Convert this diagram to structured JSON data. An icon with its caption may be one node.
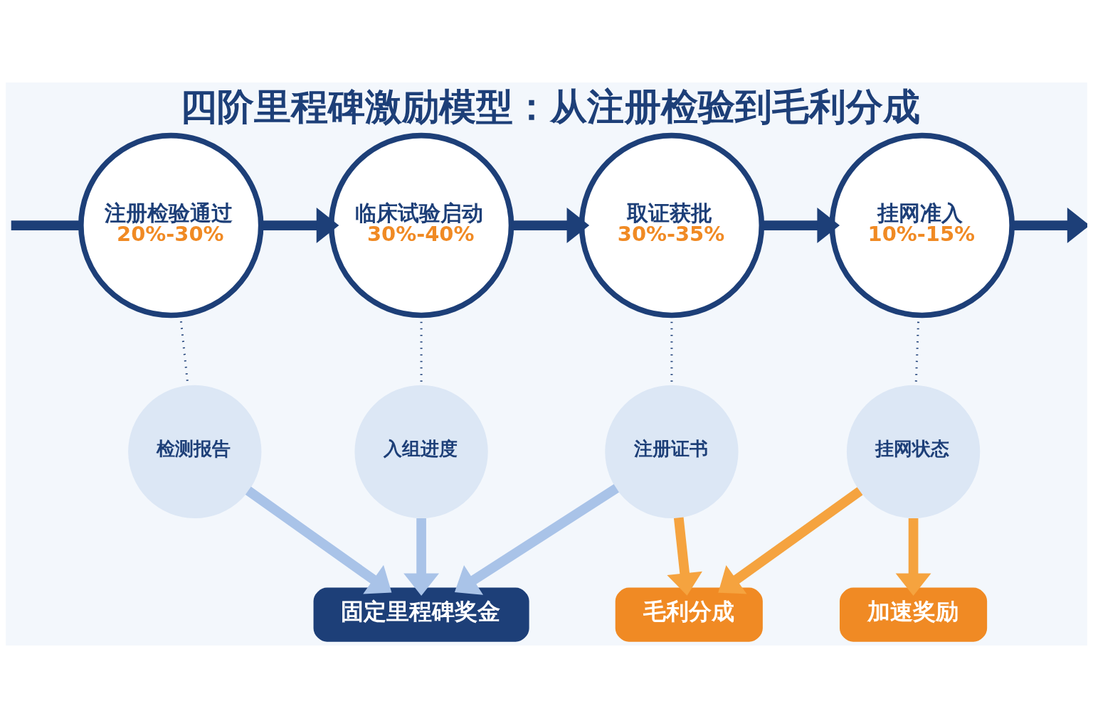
{
  "diagram": {
    "title": "四阶里程碑激励模型：从注册检验到毛利分成",
    "nodes": [
      {
        "text": [
          "注册检验通过",
          "20%-30%"
        ]
      },
      {
        "text": [
          "临床试验启动",
          "30%-40%"
        ]
      },
      {
        "text": [
          "取证获批",
          "30%-35%"
        ]
      },
      {
        "text": [
          "挂网准入",
          "10%-15%"
        ]
      },
      {
        "text": [
          "检测报告"
        ]
      },
      {
        "text": [
          "入组进度"
        ]
      },
      {
        "text": [
          "注册证书"
        ]
      },
      {
        "text": [
          "挂网状态"
        ]
      },
      {
        "text": [
          "固定里程碑奖金"
        ]
      },
      {
        "text": [
          "毛利分成"
        ]
      },
      {
        "text": [
          "加速奖励"
        ]
      }
    ],
    "edges": [
      {
        "from": null,
        "to": 0,
        "arrow": "none"
      },
      {
        "from": 0,
        "to": 1,
        "arrow": "to"
      },
      {
        "from": 1,
        "to": 2,
        "arrow": "to"
      },
      {
        "from": 2,
        "to": 3,
        "arrow": "to"
      },
      {
        "from": 3,
        "to": null,
        "arrow": "to"
      },
      {
        "from": 0,
        "to": 4,
        "arrow": "none",
        "style": "dashed"
      },
      {
        "from": 1,
        "to": 5,
        "arrow": "none",
        "style": "dashed"
      },
      {
        "from": 2,
        "to": 6,
        "arrow": "none",
        "style": "dashed"
      },
      {
        "from": 3,
        "to": 7,
        "arrow": "none",
        "style": "dashed"
      },
      {
        "from": 4,
        "to": 8,
        "arrow": "to",
        "color": "#a9c3e8"
      },
      {
        "from": 5,
        "to": 8,
        "arrow": "to",
        "color": "#a9c3e8"
      },
      {
        "from": 6,
        "to": 8,
        "arrow": "to",
        "color": "#a9c3e8"
      },
      {
        "from": 6,
        "to": 9,
        "arrow": "to",
        "color": "#f5a33f"
      },
      {
        "from": 7,
        "to": 9,
        "arrow": "to",
        "color": "#f5a33f"
      },
      {
        "from": 7,
        "to": 10,
        "arrow": "to",
        "color": "#f5a33f"
      }
    ]
  }
}
